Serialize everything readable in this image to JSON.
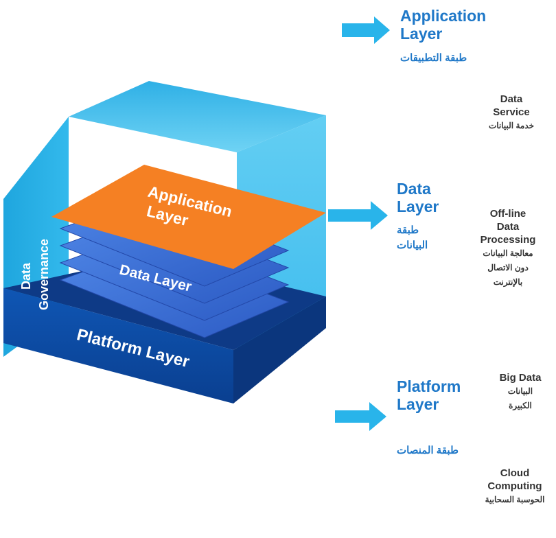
{
  "cube": {
    "side_label_1": "Data",
    "side_label_2": "Governance",
    "application_layer_1": "Application",
    "application_layer_2": "Layer",
    "data_layer": "Data Layer",
    "platform_layer": "Platform Layer",
    "colors": {
      "left_wall": "#29b0e4",
      "back_wall": "#5ccbf0",
      "right_wall": "#4cc2ee",
      "application": "#f58023",
      "data_slabs": "#3d6fd6",
      "platform_top": "#0e3a86",
      "platform_front": "#0c4aa0"
    }
  },
  "arrows": {
    "color": "#29b4ea"
  },
  "right_labels": {
    "application_en_1": "Application",
    "application_en_2": "Layer",
    "application_ar": "طبقة التطبيقات",
    "data_en_1": "Data",
    "data_en_2": "Layer",
    "data_ar_1": "طبقة",
    "data_ar_2": "البيانات",
    "platform_en_1": "Platform",
    "platform_en_2": "Layer",
    "platform_ar": "طبقة المنصات"
  },
  "side_items": {
    "data_service_1": "Data",
    "data_service_2": "Service",
    "data_service_ar": "خدمة البيانات",
    "offline_1": "Off-line",
    "offline_2": "Data",
    "offline_3": "Processing",
    "offline_ar_1": "معالجة البيانات",
    "offline_ar_2": "دون الاتصال",
    "offline_ar_3": "بالإنترنت",
    "big_data": "Big Data",
    "big_data_ar_1": "البيانات",
    "big_data_ar_2": "الكبيرة",
    "cloud_1": "Cloud",
    "cloud_2": "Computing",
    "cloud_ar": "الحوسبة السحابية"
  }
}
